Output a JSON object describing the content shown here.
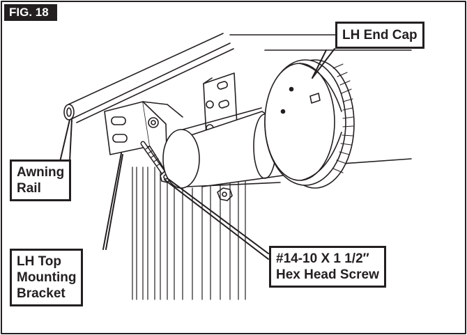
{
  "figure": {
    "tag": "FIG. 18"
  },
  "callouts": {
    "end_cap": "LH End Cap",
    "awning_rail": [
      "Awning",
      "Rail"
    ],
    "top_bracket": [
      "LH Top",
      "Mounting",
      "Bracket"
    ],
    "screw": [
      "#14-10 X 1 1/2″",
      "Hex Head Screw"
    ]
  },
  "colors": {
    "ink": "#231f20",
    "paper": "#ffffff"
  }
}
